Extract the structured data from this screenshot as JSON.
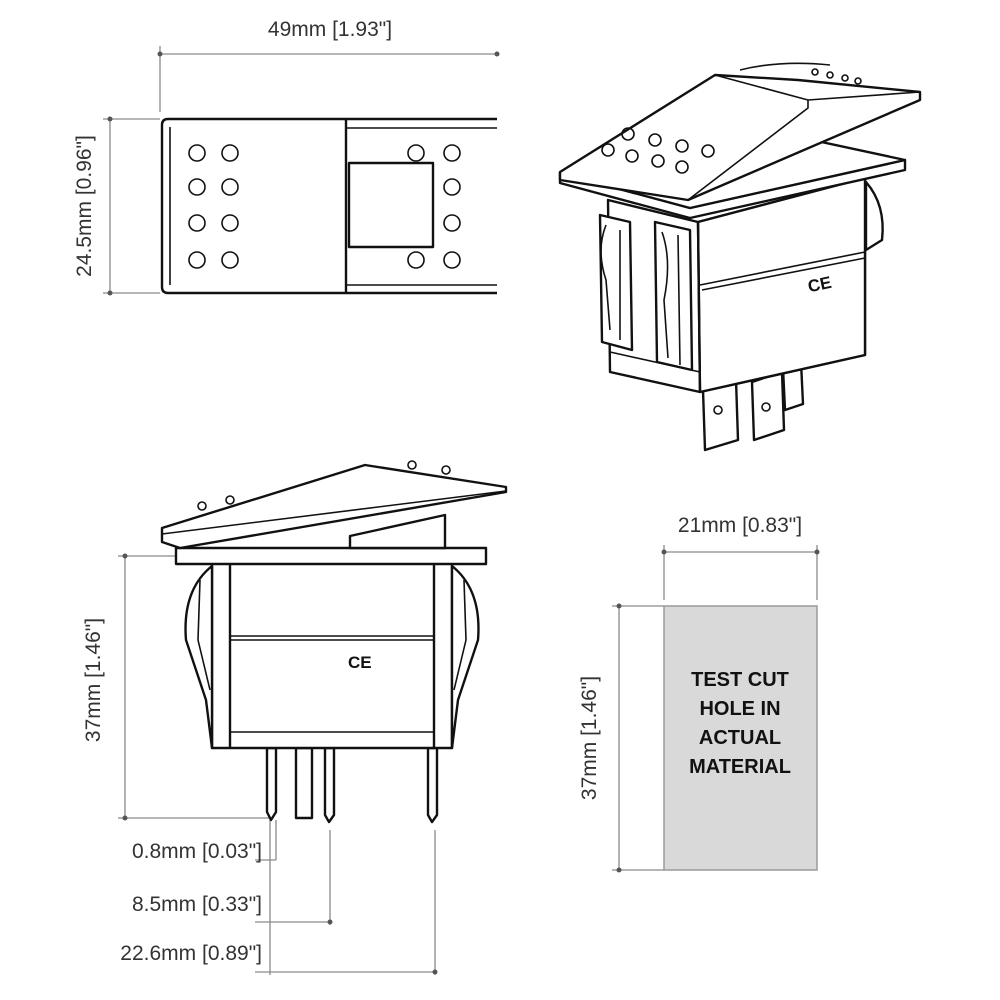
{
  "dimensions": {
    "top_width": "49mm [1.93\"]",
    "top_height": "24.5mm [0.96\"]",
    "side_height": "37mm [1.46\"]",
    "terminal_thickness": "0.8mm [0.03\"]",
    "terminal_spacing": "8.5mm [0.33\"]",
    "terminal_span": "22.6mm [0.89\"]",
    "cutout_width": "21mm [0.83\"]",
    "cutout_height": "37mm [1.46\"]"
  },
  "cutout_label": [
    "TEST CUT",
    "HOLE IN",
    "ACTUAL",
    "MATERIAL"
  ],
  "certification_mark": "CE",
  "colors": {
    "line": "#111111",
    "dimension_line": "#8a8a8a",
    "cutout_fill": "#d9d9d9"
  }
}
